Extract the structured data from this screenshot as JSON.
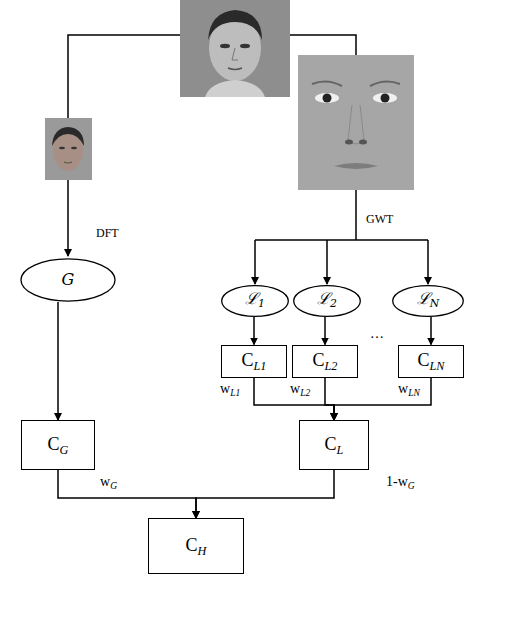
{
  "diagram": {
    "nodes": [
      {
        "text": [
          "G"
        ]
      },
      {
        "text": [
          "ℒ1"
        ]
      },
      {
        "text": [
          "ℒ2"
        ]
      },
      {
        "text": [
          "ℒN"
        ]
      },
      {
        "text": [
          "CL1"
        ]
      },
      {
        "text": [
          "CL2"
        ]
      },
      {
        "text": [
          "CLN"
        ]
      },
      {
        "text": [
          "CG"
        ]
      },
      {
        "text": [
          "CL"
        ]
      },
      {
        "text": [
          "CH"
        ]
      }
    ],
    "edges": [
      {
        "from": 0,
        "to": 7,
        "arrow": "to"
      },
      {
        "from": 1,
        "to": 4,
        "arrow": "to"
      },
      {
        "from": 2,
        "to": 5,
        "arrow": "to"
      },
      {
        "from": 3,
        "to": 6,
        "arrow": "to"
      },
      {
        "from": 4,
        "to": 8,
        "label": "wL1",
        "arrow": "to"
      },
      {
        "from": 5,
        "to": 8,
        "label": "wL2",
        "arrow": "to"
      },
      {
        "from": 6,
        "to": 8,
        "label": "wLN",
        "arrow": "to"
      },
      {
        "from": 7,
        "to": 9,
        "label": "wG",
        "arrow": "to"
      },
      {
        "from": 8,
        "to": 9,
        "label": "1-wG",
        "arrow": "to"
      }
    ],
    "labels": [
      "DFT",
      "GWT",
      "…"
    ]
  }
}
